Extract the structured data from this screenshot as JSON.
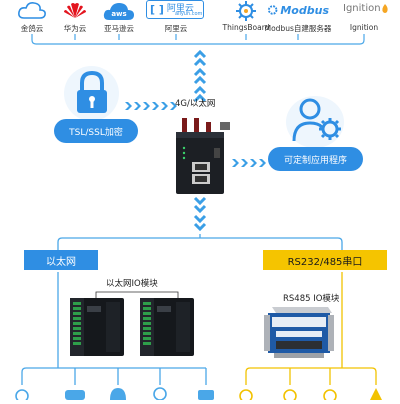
{
  "platforms": [
    {
      "label": "金鸽云",
      "icon": "cloud-icon"
    },
    {
      "label": "华为云",
      "icon": "huawei-logo-icon"
    },
    {
      "label": "亚马逊云",
      "icon": "aws-logo-icon"
    },
    {
      "label": "阿里云",
      "icon": "aliyun-logo-icon",
      "logo_text": "阿里云",
      "logo_sub": "aliyun.com"
    },
    {
      "label": "ThingsBoard",
      "icon": "thingsboard-logo-icon"
    },
    {
      "label": "Modbus自建服务器",
      "icon": "modbus-logo-icon",
      "logo_text": "Modbus"
    },
    {
      "label": "Ignition",
      "icon": "ignition-logo-icon",
      "logo_text": "Ignition"
    }
  ],
  "link_label": "4G/以太网",
  "security_label": "TSL/SSL加密",
  "app_label": "可定制应用程序",
  "branches": {
    "ethernet": {
      "title": "以太网",
      "device_label": "以太网IO模块"
    },
    "serial": {
      "title": "RS232/485串口",
      "device_label": "RS485 IO模块"
    }
  },
  "colors": {
    "accent_blue": "#2f8ee3",
    "serial_yellow": "#f5c400",
    "line_blue": "#4aa7e8",
    "line_yellow": "#f2c200"
  }
}
